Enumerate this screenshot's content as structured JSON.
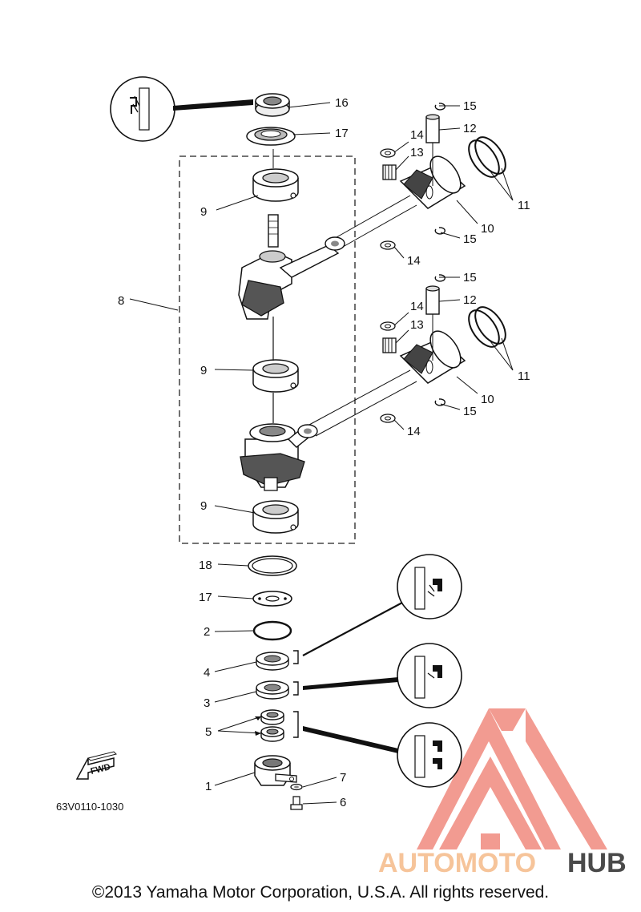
{
  "diagram": {
    "part_numbers": {
      "p1": "1",
      "p2": "2",
      "p3": "3",
      "p4": "4",
      "p5": "5",
      "p6": "6",
      "p7": "7",
      "p8": "8",
      "p9a": "9",
      "p9b": "9",
      "p9c": "9",
      "p10a": "10",
      "p10b": "10",
      "p11a": "11",
      "p11b": "11",
      "p12a": "12",
      "p12b": "12",
      "p13a": "13",
      "p13b": "13",
      "p14a": "14",
      "p14b": "14",
      "p14c": "14",
      "p14d": "14",
      "p15a": "15",
      "p15b": "15",
      "p15c": "15",
      "p15d": "15",
      "p16": "16",
      "p17a": "17",
      "p17b": "17",
      "p18": "18"
    },
    "fwd_label": "FWD",
    "drawing_code": "63V0110-1030"
  },
  "watermark": {
    "text_a": "AUTOMOTO",
    "text_b": "HUB",
    "color_a": "#f6c49a",
    "color_b": "#4a4a4a",
    "logo_color": "#f08a7e"
  },
  "footer": {
    "copyright": "©2013 Yamaha Motor Corporation, U.S.A. All rights reserved."
  }
}
